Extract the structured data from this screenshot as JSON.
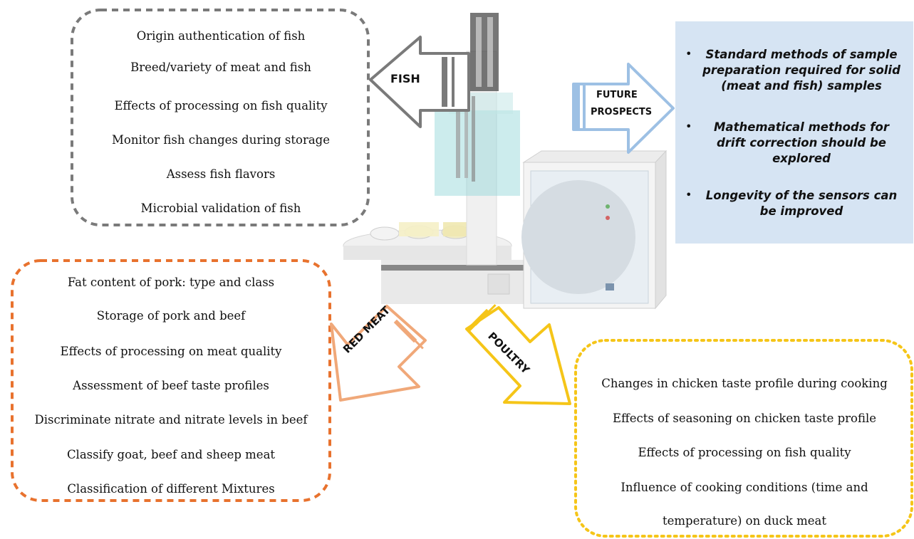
{
  "fish": {
    "arrow_label": "FISH",
    "items": [
      "Origin authentication of fish",
      "Breed/variety of meat and fish",
      "Effects of processing on fish quality",
      "Monitor fish changes during storage",
      "Assess fish flavors",
      "Microbial validation of fish"
    ],
    "color": "#7a7a7a"
  },
  "future": {
    "arrow_label_1": "FUTURE",
    "arrow_label_2": "PROSPECTS",
    "items": [
      "Standard methods of sample preparation required for solid (meat and fish) samples",
      "Mathematical methods for drift correction should be explored",
      "Longevity of the sensors can be improved"
    ],
    "color": "#9dc0e4"
  },
  "red_meat": {
    "arrow_label": "RED MEAT",
    "items": [
      "Fat content of pork: type and class",
      "Storage of pork and beef",
      "Effects of processing on meat quality",
      "Assessment of beef taste profiles",
      "Discriminate nitrate and nitrate levels in beef",
      "Classify goat, beef and sheep meat",
      "Classification of different Mixtures"
    ],
    "color": "#e8722e"
  },
  "poultry": {
    "arrow_label": "POULTRY",
    "items": [
      "Changes in chicken taste profile during cooking",
      "Effects of seasoning on chicken taste profile",
      "Effects of processing on fish quality",
      "Influence of cooking conditions (time and",
      "temperature) on duck meat"
    ],
    "color": "#f5c518"
  }
}
